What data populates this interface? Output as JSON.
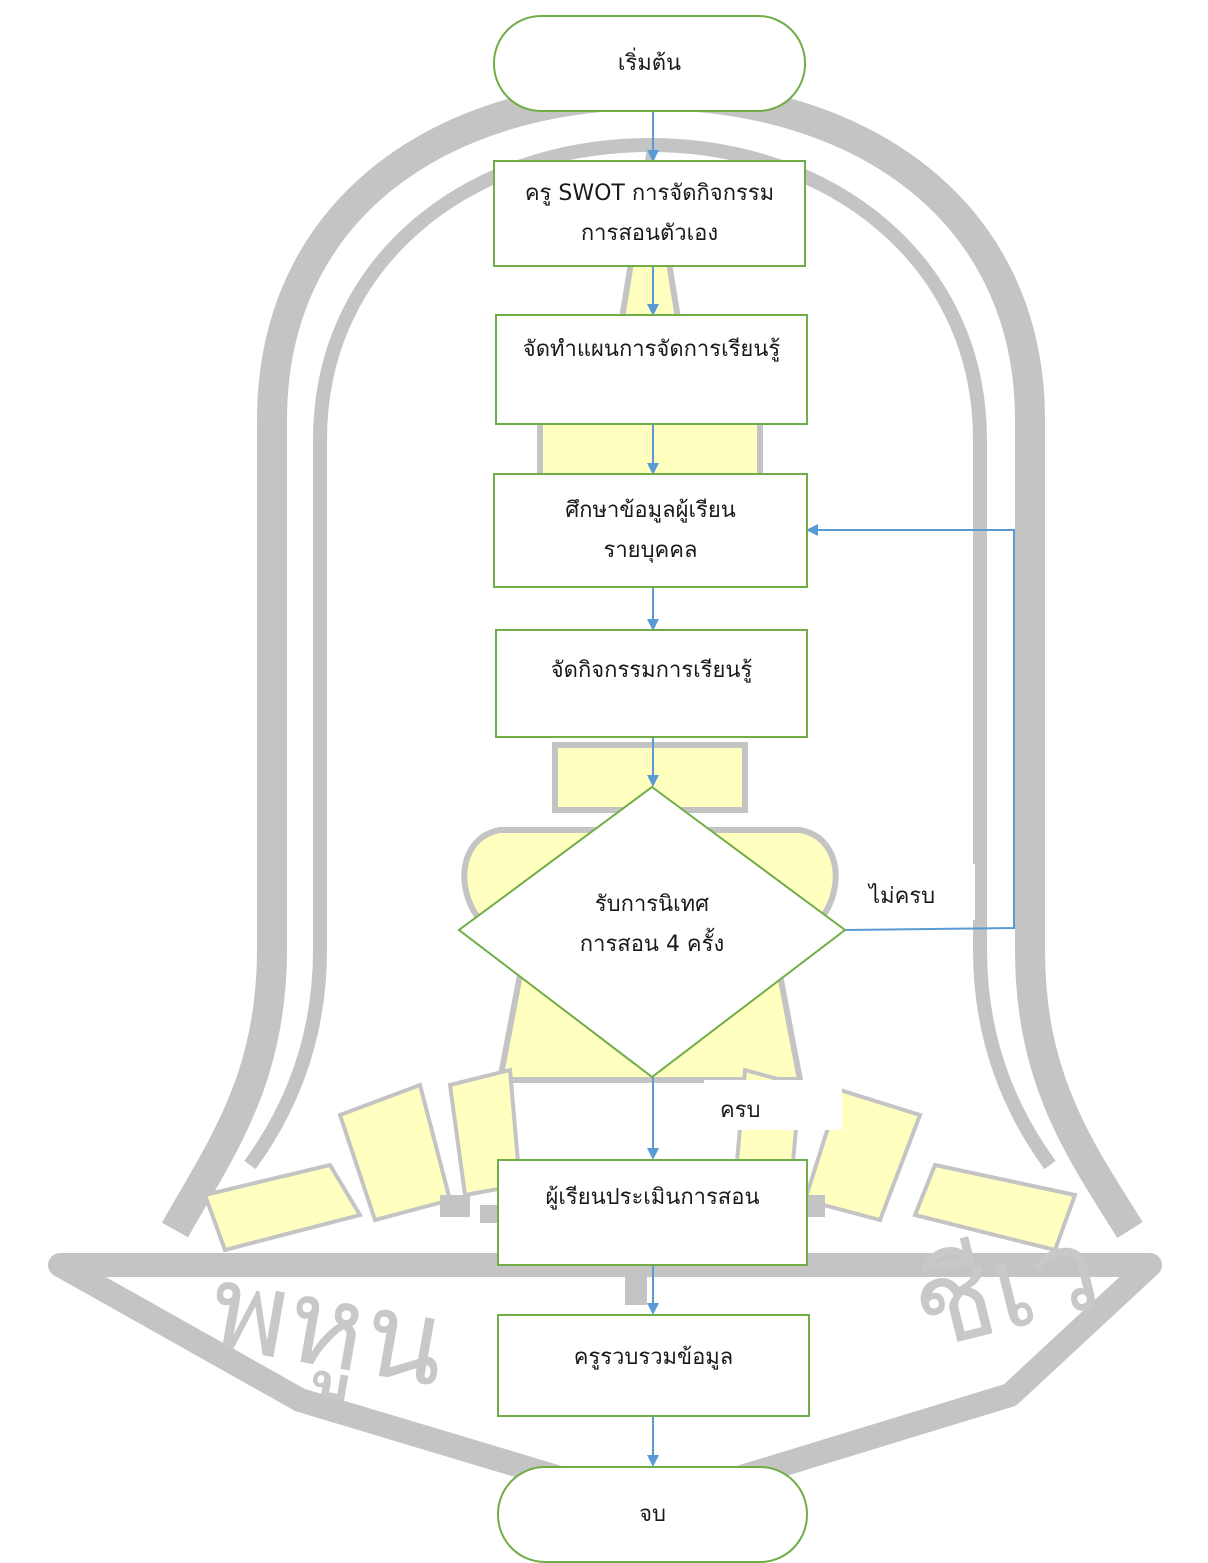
{
  "colors": {
    "node_border": "#70ad47",
    "arrow": "#5b9bd5",
    "watermark_gray": "#c4c4c4",
    "watermark_yellow": "#ffffc0"
  },
  "watermark": {
    "text_left": "พหูน",
    "text_right": "ชีเว"
  },
  "flowchart": {
    "start": "เริ่มต้น",
    "step1_line1": "ครู SWOT การจัดกิจกรรม",
    "step1_line2": "การสอนตัวเอง",
    "step2": "จัดทำแผนการจัดการเรียนรู้",
    "step3_line1": "ศึกษาข้อมูลผู้เรียน",
    "step3_line2": "รายบุคคล",
    "step4": "จัดกิจกรรมการเรียนรู้",
    "decision_line1": "รับการนิเทศ",
    "decision_line2": "การสอน 4 ครั้ง",
    "no_label": "ไม่ครบ",
    "yes_label": "ครบ",
    "step5": "ผู้เรียนประเมินการสอน",
    "step6": "ครูรวบรวมข้อมูล",
    "end": "จบ"
  }
}
